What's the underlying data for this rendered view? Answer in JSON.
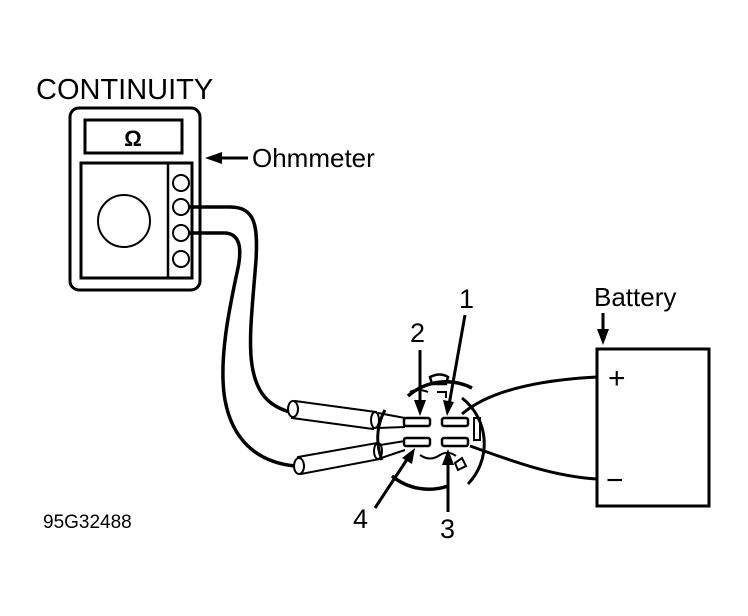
{
  "diagram": {
    "title": "CONTINUITY",
    "figure_id": "95G32488",
    "ohmmeter": {
      "label": "Ohmmeter",
      "display_symbol": "Ω",
      "display_icon": "omega-icon"
    },
    "battery": {
      "label": "Battery",
      "positive_symbol": "+",
      "negative_symbol": "−"
    },
    "connector": {
      "terminals": [
        {
          "number": "1"
        },
        {
          "number": "2"
        },
        {
          "number": "3"
        },
        {
          "number": "4"
        }
      ]
    },
    "colors": {
      "ink": "#000000",
      "background": "#ffffff"
    }
  }
}
